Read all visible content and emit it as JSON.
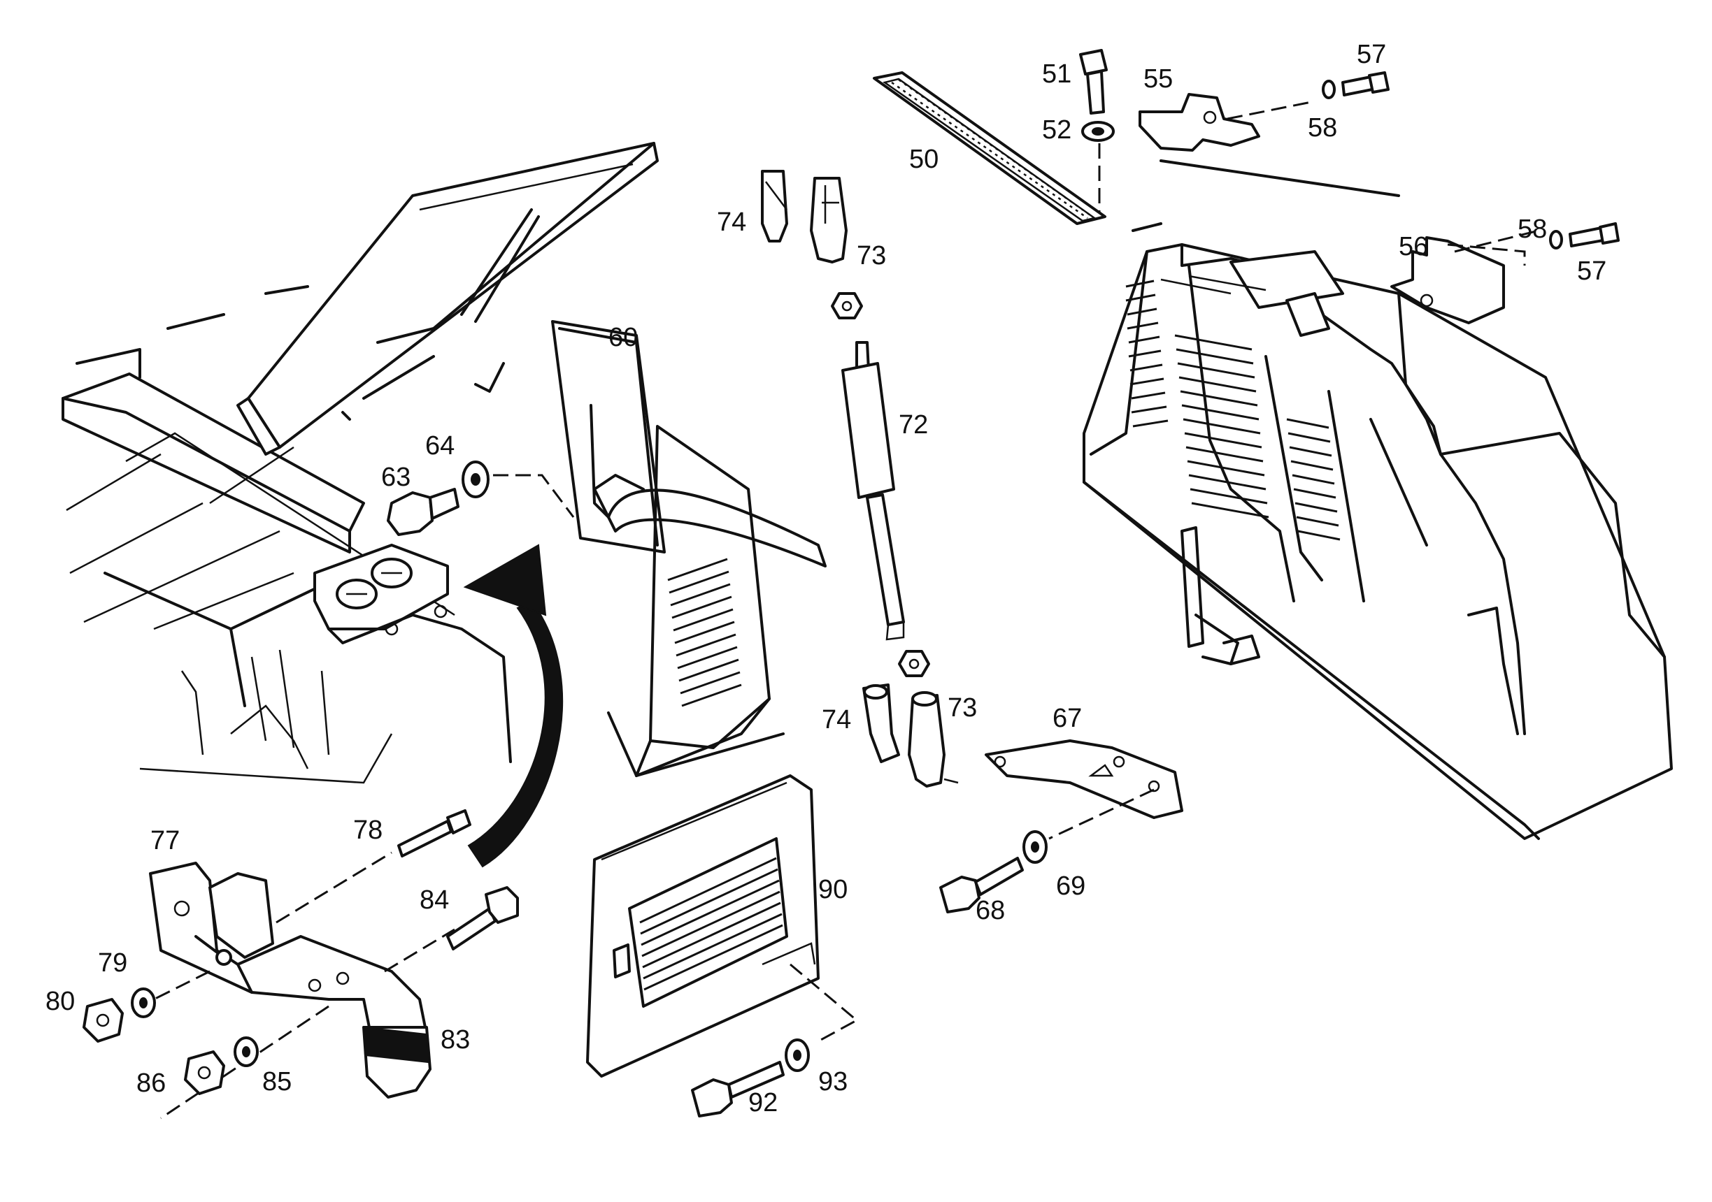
{
  "callouts": [
    {
      "id": "c50",
      "text": "50"
    },
    {
      "id": "c51",
      "text": "51"
    },
    {
      "id": "c52",
      "text": "52"
    },
    {
      "id": "c55",
      "text": "55"
    },
    {
      "id": "c57a",
      "text": "57"
    },
    {
      "id": "c58a",
      "text": "58"
    },
    {
      "id": "c56",
      "text": "56"
    },
    {
      "id": "c58b",
      "text": "58"
    },
    {
      "id": "c57b",
      "text": "57"
    },
    {
      "id": "c74a",
      "text": "74"
    },
    {
      "id": "c73a",
      "text": "73"
    },
    {
      "id": "c60",
      "text": "60"
    },
    {
      "id": "c72",
      "text": "72"
    },
    {
      "id": "c64",
      "text": "64"
    },
    {
      "id": "c63",
      "text": "63"
    },
    {
      "id": "c74b",
      "text": "74"
    },
    {
      "id": "c73b",
      "text": "73"
    },
    {
      "id": "c67",
      "text": "67"
    },
    {
      "id": "c78",
      "text": "78"
    },
    {
      "id": "c77",
      "text": "77"
    },
    {
      "id": "c84",
      "text": "84"
    },
    {
      "id": "c90",
      "text": "90"
    },
    {
      "id": "c68",
      "text": "68"
    },
    {
      "id": "c69",
      "text": "69"
    },
    {
      "id": "c79",
      "text": "79"
    },
    {
      "id": "c80",
      "text": "80"
    },
    {
      "id": "c83",
      "text": "83"
    },
    {
      "id": "c86",
      "text": "86"
    },
    {
      "id": "c85",
      "text": "85"
    },
    {
      "id": "c92",
      "text": "92"
    },
    {
      "id": "c93",
      "text": "93"
    }
  ]
}
